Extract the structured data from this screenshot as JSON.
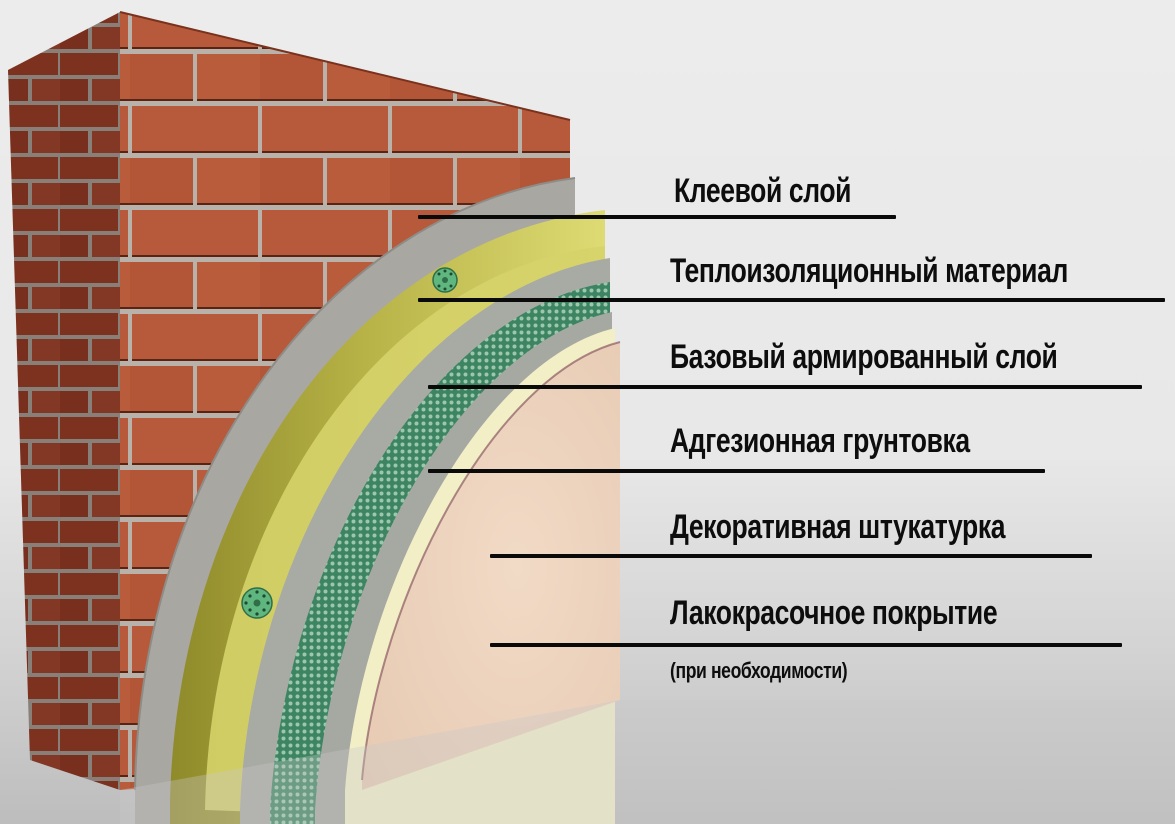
{
  "diagram": {
    "subject": "Facade thermal insulation system layers",
    "colors": {
      "background": "#e9e9e9",
      "brick": "#b5583a",
      "mortar": "#b9b2aa",
      "adhesive_layer": "#a9a7a2",
      "insulation": "#d9d66a",
      "insulation_dark": "#9c9630",
      "base_layer": "#a8aaa4",
      "mesh": "#3f8a66",
      "primer": "#f3efc8",
      "plaster": "#ecd2bd",
      "anchor": "#5fb77f",
      "leader_line": "#0a0a0a",
      "text": "#0d0d0d"
    },
    "labels": [
      {
        "id": "adhesive",
        "text": "Клеевой слой"
      },
      {
        "id": "insulation",
        "text": "Теплоизоляционный материал"
      },
      {
        "id": "base-reinforced",
        "text": "Базовый армированный слой"
      },
      {
        "id": "primer",
        "text": "Адгезионная грунтовка"
      },
      {
        "id": "decorative-plaster",
        "text": "Декоративная штукатурка"
      },
      {
        "id": "paint-coating",
        "text": "Лакокрасочное покрытие"
      }
    ],
    "note": "(при необходимости)"
  }
}
